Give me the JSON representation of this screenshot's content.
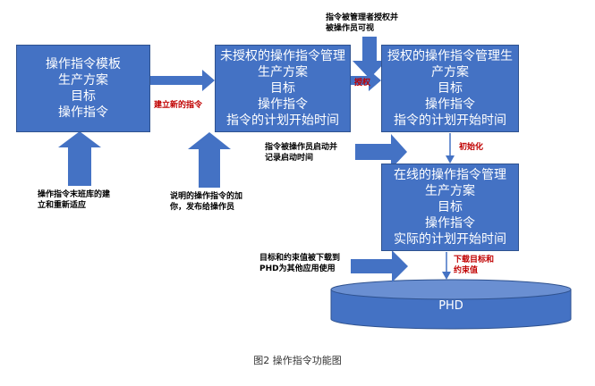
{
  "boxes": {
    "template": [
      "操作指令模板",
      "生产方案",
      "目标",
      "操作指令"
    ],
    "unauthorized": [
      "未授权的操作指令管理",
      "生产方案",
      "目标",
      "操作指令",
      "指令的计划开始时间"
    ],
    "authorized": [
      "授权的操作指令管理生",
      "产方案",
      "目标",
      "操作指令",
      "指令的计划开始时间"
    ],
    "online": [
      "在线的操作指令管理",
      "生产方案",
      "目标",
      "操作指令",
      "实际的计划开始时间"
    ]
  },
  "labels": {
    "create_new": "建立新的指令",
    "authorize": "授权",
    "top_note": [
      "指令被管理者授权并",
      "被操作员可视"
    ],
    "library_note": [
      "操作指令末班库的建",
      "立和重新适应"
    ],
    "explain_note": [
      "说明的操作指令的加",
      "你，发布给操作员"
    ],
    "started_note": [
      "指令被操作员启动并",
      "记录启动时间"
    ],
    "initialize": "初始化",
    "download_note": [
      "目标和约束值被下载到",
      "PHD为其他应用使用"
    ],
    "download_targets": [
      "下载目标和",
      "约束值"
    ]
  },
  "phd": "PHD",
  "caption": "图2  操作指令功能图",
  "colors": {
    "box_fill": "#4472c4",
    "arrow_fill": "#4472c4",
    "accent_text": "#c00000"
  }
}
